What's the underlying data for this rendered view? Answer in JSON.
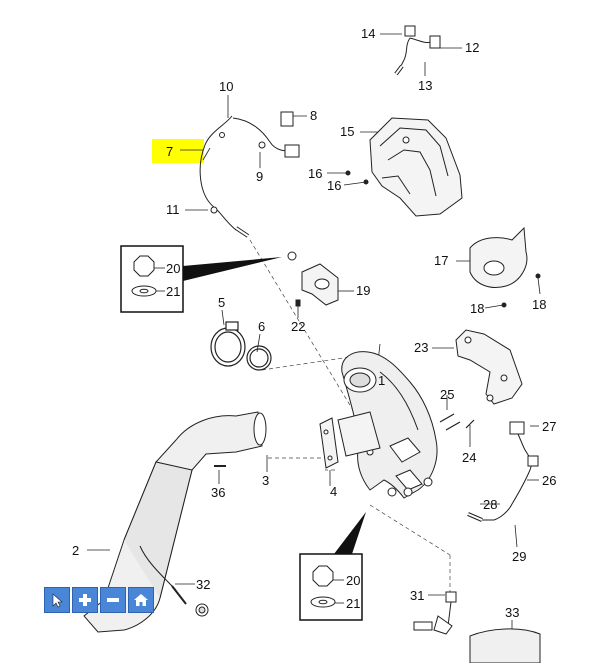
{
  "diagram": {
    "callouts": {
      "c1": "1",
      "c2": "2",
      "c3": "3",
      "c4": "4",
      "c5": "5",
      "c6": "6",
      "c7": "7",
      "c8": "8",
      "c9": "9",
      "c10": "10",
      "c11": "11",
      "c12": "12",
      "c13": "13",
      "c14": "14",
      "c15": "15",
      "c16a": "16",
      "c16b": "16",
      "c17": "17",
      "c18a": "18",
      "c18b": "18",
      "c19": "19",
      "c20a": "20",
      "c21a": "21",
      "c20b": "20",
      "c21b": "21",
      "c22": "22",
      "c23": "23",
      "c24": "24",
      "c25": "25",
      "c26": "26",
      "c27": "27",
      "c28": "28",
      "c29": "29",
      "c31": "31",
      "c32": "32",
      "c33": "33",
      "c36": "36"
    },
    "highlight_color": "#ffff00"
  },
  "toolbar": {
    "buttons": [
      "cursor-icon",
      "zoom-in-icon",
      "zoom-out-icon",
      "home-icon"
    ],
    "color": "#4a86d8"
  }
}
